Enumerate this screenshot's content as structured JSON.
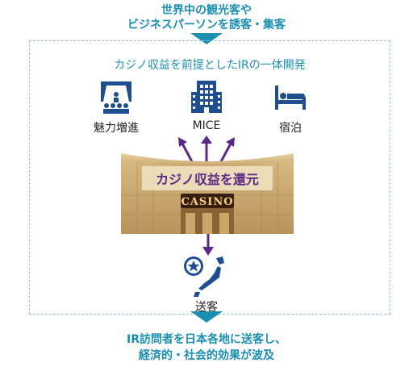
{
  "header": {
    "line1": "世界中の観光客や",
    "line2": "ビジネスパーソンを誘客・集客"
  },
  "box": {
    "title": "カジノ収益を前提としたIRの一体開発"
  },
  "facilities": [
    {
      "label": "魅力増進",
      "icon": "theater-icon"
    },
    {
      "label": "MICE",
      "icon": "office-building-icon"
    },
    {
      "label": "宿泊",
      "icon": "bed-icon"
    }
  ],
  "casino": {
    "return_label": "カジノ収益を還元",
    "sign": "CASINO"
  },
  "send": {
    "label": "送客",
    "icon": "japan-map-icon"
  },
  "footer": {
    "line1": "IR訪問者を日本各地に送客し、",
    "line2": "経済的・社会的効果が波及"
  },
  "colors": {
    "teal": "#1a8fb0",
    "purple": "#5b2a86",
    "gold": "#c9a86a",
    "navy": "#1f4f8f"
  }
}
